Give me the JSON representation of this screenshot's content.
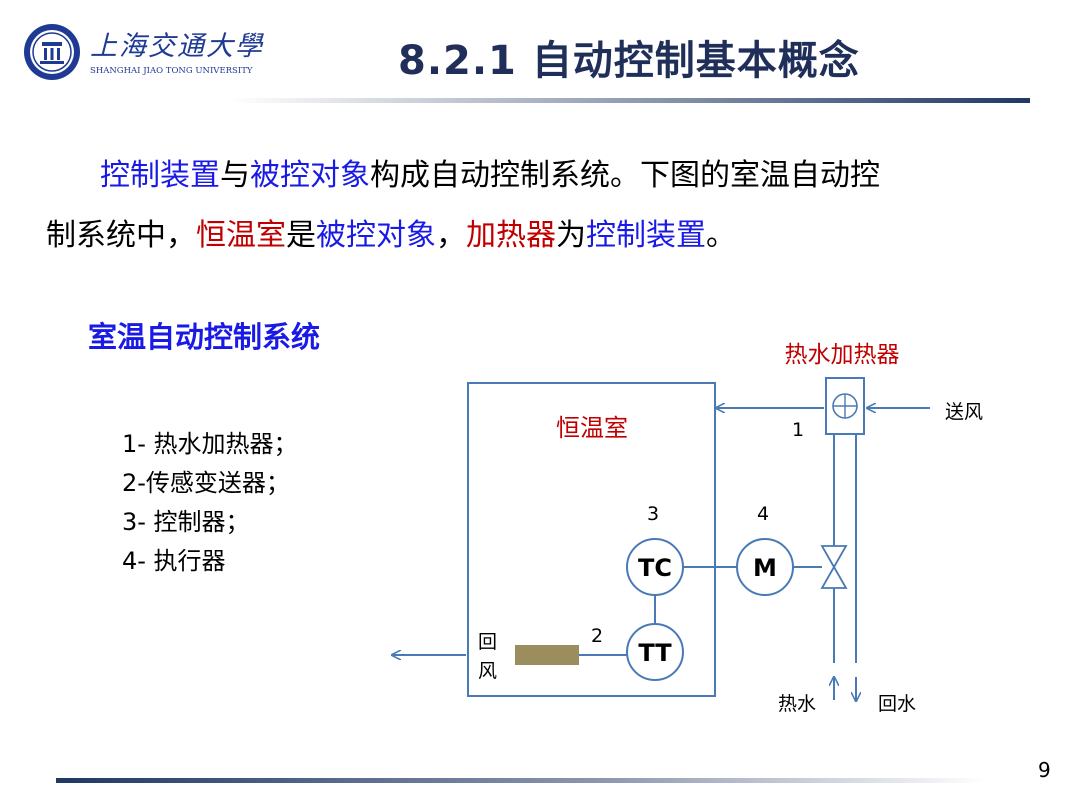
{
  "header": {
    "logo": {
      "name_cn": "上海交通大學",
      "name_en": "SHANGHAI JIAO TONG UNIVERSITY"
    },
    "title": "8.2.1 自动控制基本概念"
  },
  "intro": {
    "line1": [
      {
        "text": "控制装置",
        "color": "#1a1ae6"
      },
      {
        "text": "与",
        "color": "#000000"
      },
      {
        "text": "被控对象",
        "color": "#1a1ae6"
      },
      {
        "text": "构成自动控制系统。下图的室温自动控",
        "color": "#000000"
      }
    ],
    "line2": [
      {
        "text": "制系统中，",
        "color": "#000000"
      },
      {
        "text": "恒温室",
        "color": "#c00000"
      },
      {
        "text": "是",
        "color": "#000000"
      },
      {
        "text": "被控对象",
        "color": "#1a1ae6"
      },
      {
        "text": "，",
        "color": "#000000"
      },
      {
        "text": "加热器",
        "color": "#c00000"
      },
      {
        "text": "为",
        "color": "#000000"
      },
      {
        "text": "控制装置",
        "color": "#1a1ae6"
      },
      {
        "text": "。",
        "color": "#000000"
      }
    ]
  },
  "section_heading": "室温自动控制系统",
  "legend": [
    "1- 热水加热器；",
    "2-传感变送器；",
    "3- 控制器；",
    "4- 执行器"
  ],
  "diagram": {
    "heater_label": "热水加热器",
    "room_label": "恒温室",
    "supply_air_label": "送风",
    "return_air_label_1": "回",
    "return_air_label_2": "风",
    "hot_water_label": "热水",
    "return_water_label": "回水",
    "num_1": "1",
    "num_2": "2",
    "num_3": "3",
    "num_4": "4",
    "controller_label": "TC",
    "transmitter_label": "TT",
    "actuator_label": "M",
    "colors": {
      "line": "#4a7ab5",
      "sensor": "#9b8d5e",
      "label_red": "#c00000"
    }
  },
  "page_number": "9"
}
